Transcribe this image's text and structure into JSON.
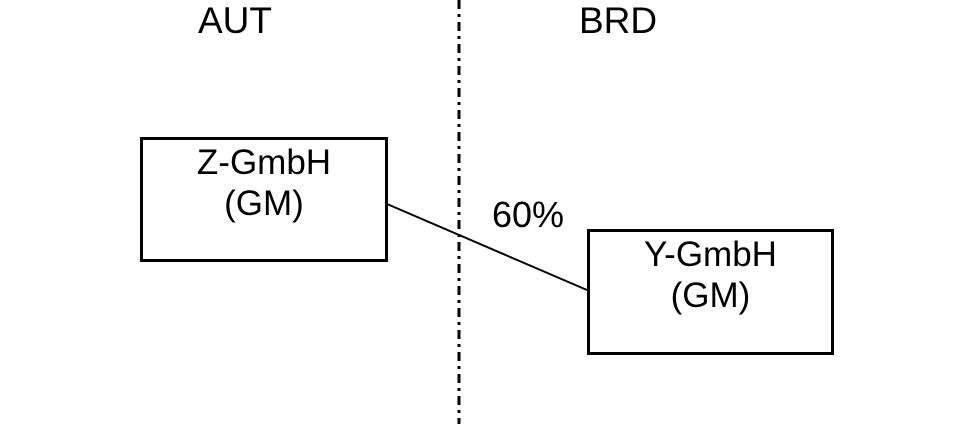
{
  "diagram": {
    "regions": [
      {
        "label": "AUT",
        "side": "left"
      },
      {
        "label": "BRD",
        "side": "right"
      }
    ],
    "nodes": [
      {
        "name": "Z-GmbH",
        "subtitle": "(GM)",
        "region": "AUT"
      },
      {
        "name": "Y-GmbH",
        "subtitle": "(GM)",
        "region": "BRD"
      }
    ],
    "edge": {
      "from": "Z-GmbH",
      "to": "Y-GmbH",
      "label": "60%"
    },
    "colors": {
      "foreground": "#000000",
      "background": "#ffffff"
    }
  }
}
